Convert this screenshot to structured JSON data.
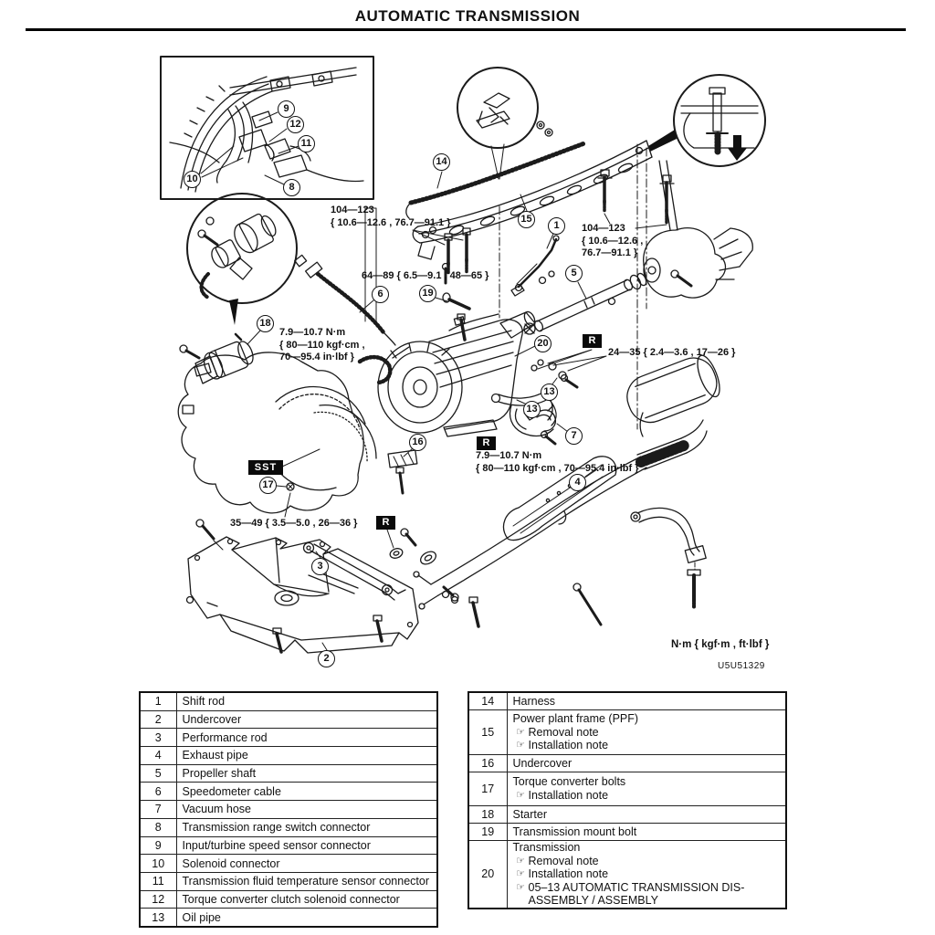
{
  "page": {
    "title": "AUTOMATIC TRANSMISSION",
    "units_note": "N·m { kgf·m , ft·lbf }",
    "figure_code": "U5U51329"
  },
  "diagram": {
    "flags": {
      "r": "R",
      "sst": "SST"
    },
    "torque_labels": {
      "ppf_left": {
        "l1": "104—123",
        "l2": "{ 10.6—12.6 , 76.7—91.1 }"
      },
      "ppf_right": {
        "l1": "104—123",
        "l2": "{ 10.6—12.6 ,",
        "l3": "76.7—91.1 }"
      },
      "mount_upper": {
        "l1": "64—89 { 6.5—9.1 , 48—65 }"
      },
      "starter_area": {
        "l1": "7.9—10.7 N·m",
        "l2": "{ 80—110 kgf·cm ,",
        "l3": "70—95.4 in·lbf }"
      },
      "exhaust": {
        "l1": "24—35 { 2.4—3.6 , 17—26 }"
      },
      "oil_pipe": {
        "l1": "7.9—10.7 N·m",
        "l2": "{ 80—110 kgf·cm , 70—95.4 in·lbf }"
      },
      "torque_converter": {
        "l1": "35—49 { 3.5—5.0 , 26—36 }"
      }
    },
    "callouts": [
      "9",
      "12",
      "11",
      "10",
      "8",
      "14",
      "15",
      "1",
      "5",
      "6",
      "19",
      "18",
      "20",
      "13",
      "13",
      "16",
      "7",
      "4",
      "17",
      "3",
      "2"
    ]
  },
  "legend_left": {
    "rows": [
      {
        "num": "1",
        "label": "Shift rod"
      },
      {
        "num": "2",
        "label": "Undercover"
      },
      {
        "num": "3",
        "label": "Performance rod"
      },
      {
        "num": "4",
        "label": "Exhaust pipe"
      },
      {
        "num": "5",
        "label": "Propeller shaft"
      },
      {
        "num": "6",
        "label": "Speedometer cable"
      },
      {
        "num": "7",
        "label": "Vacuum hose"
      },
      {
        "num": "8",
        "label": "Transmission range switch connector"
      },
      {
        "num": "9",
        "label": "Input/turbine speed sensor connector"
      },
      {
        "num": "10",
        "label": "Solenoid connector"
      },
      {
        "num": "11",
        "label": "Transmission fluid temperature sensor connector"
      },
      {
        "num": "12",
        "label": "Torque converter clutch solenoid connector"
      },
      {
        "num": "13",
        "label": "Oil pipe"
      }
    ]
  },
  "legend_right": {
    "note_icon": "☞",
    "rows": [
      {
        "num": "14",
        "label": "Harness",
        "notes": []
      },
      {
        "num": "15",
        "label": "Power plant frame (PPF)",
        "notes": [
          "Removal note",
          "Installation note"
        ]
      },
      {
        "num": "16",
        "label": "Undercover",
        "notes": []
      },
      {
        "num": "17",
        "label": "Torque converter bolts",
        "notes": [
          "Installation note"
        ]
      },
      {
        "num": "18",
        "label": "Starter",
        "notes": []
      },
      {
        "num": "19",
        "label": "Transmission mount bolt",
        "notes": []
      },
      {
        "num": "20",
        "label": "Transmission",
        "notes": [
          "Removal note",
          "Installation note",
          "05–13 AUTOMATIC TRANSMISSION DIS-ASSEMBLY / ASSEMBLY"
        ]
      }
    ]
  }
}
